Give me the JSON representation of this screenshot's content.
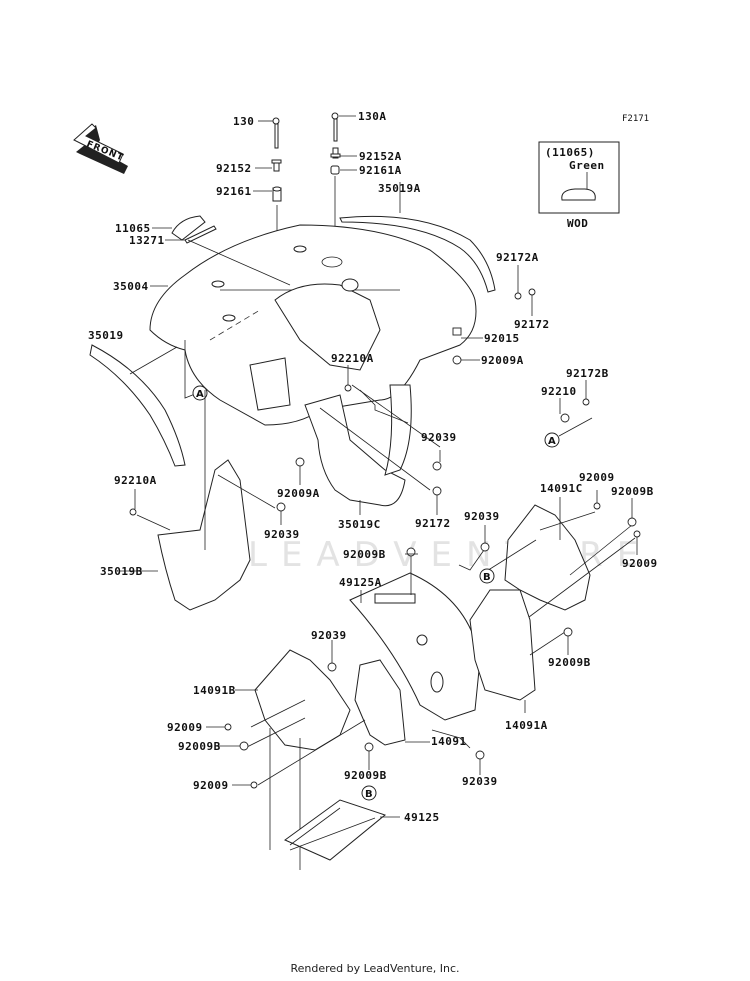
{
  "figure_id": "F2171",
  "front_arrow_label": "FRONT",
  "watermark": "LEADVENTURE",
  "footer": "Rendered by LeadVenture, Inc.",
  "inset": {
    "part_ref": "(11065)",
    "color_label": "Green",
    "caption": "WOD"
  },
  "callouts": {
    "a": "A",
    "b": "B"
  },
  "labels": {
    "p130": "130",
    "p130A": "130A",
    "p92152": "92152",
    "p92152A": "92152A",
    "p92161": "92161",
    "p92161A": "92161A",
    "p35019A": "35019A",
    "p11065": "11065",
    "p13271": "13271",
    "p35004": "35004",
    "p92172A": "92172A",
    "p92172_top": "92172",
    "p92015": "92015",
    "p92009A_right": "92009A",
    "p35019": "35019",
    "p92210A_mid": "92210A",
    "p92172B": "92172B",
    "p92210": "92210",
    "p92039_mid": "92039",
    "p92210A_left": "92210A",
    "p92009A_mid": "92009A",
    "p92039_left": "92039",
    "p35019C": "35019C",
    "p92172_mid": "92172",
    "p14091C": "14091C",
    "p92009_r1": "92009",
    "p92009B_r1": "92009B",
    "p92009_r2": "92009",
    "p92039_b": "92039",
    "p92009B_mid": "92009B",
    "p35019B": "35019B",
    "p49125A": "49125A",
    "p92009B_r2": "92009B",
    "p92039_low": "92039",
    "p14091B": "14091B",
    "p92009_l1": "92009",
    "p92009B_l": "92009B",
    "p14091": "14091",
    "p14091A": "14091A",
    "p92009B_low": "92009B",
    "p92039_bot": "92039",
    "p92009_l2": "92009",
    "p49125": "49125"
  }
}
